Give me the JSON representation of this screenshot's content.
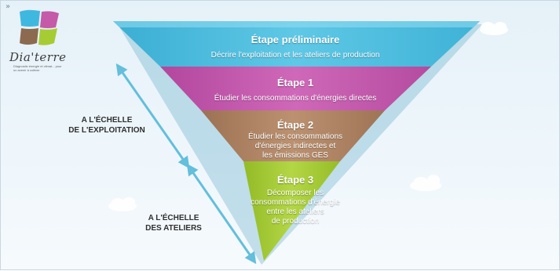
{
  "logo": {
    "name": "Dia'terre",
    "tagline": "Diagnostic énergie et climat... pour un avenir à cultiver"
  },
  "stages": [
    {
      "title": "Étape préliminaire",
      "desc": "Décrire l'exploitation et les ateliers de production",
      "color": "#55c3e3"
    },
    {
      "title": "Étape 1",
      "desc": "Étudier les consommations d'énergies directes",
      "color": "#c65bb0"
    },
    {
      "title": "Étape 2",
      "desc_lines": [
        "Étudier les consommations",
        "d'énergies indirectes et",
        "les émissions GES"
      ],
      "color": "#b58a66"
    },
    {
      "title": "Étape 3",
      "desc_lines": [
        "Décomposer les",
        "consommations d'énergie",
        "entre les ateliers",
        "de production"
      ],
      "color": "#a8cc36"
    }
  ],
  "scales": [
    {
      "lines": [
        "A L'ÉCHELLE",
        "DE L'EXPLOITATION"
      ]
    },
    {
      "lines": [
        "A L'ÉCHELLE",
        "DES ATELIERS"
      ]
    }
  ],
  "colors": {
    "arrow": "#63bfdc",
    "background": "#e5f1f8"
  }
}
